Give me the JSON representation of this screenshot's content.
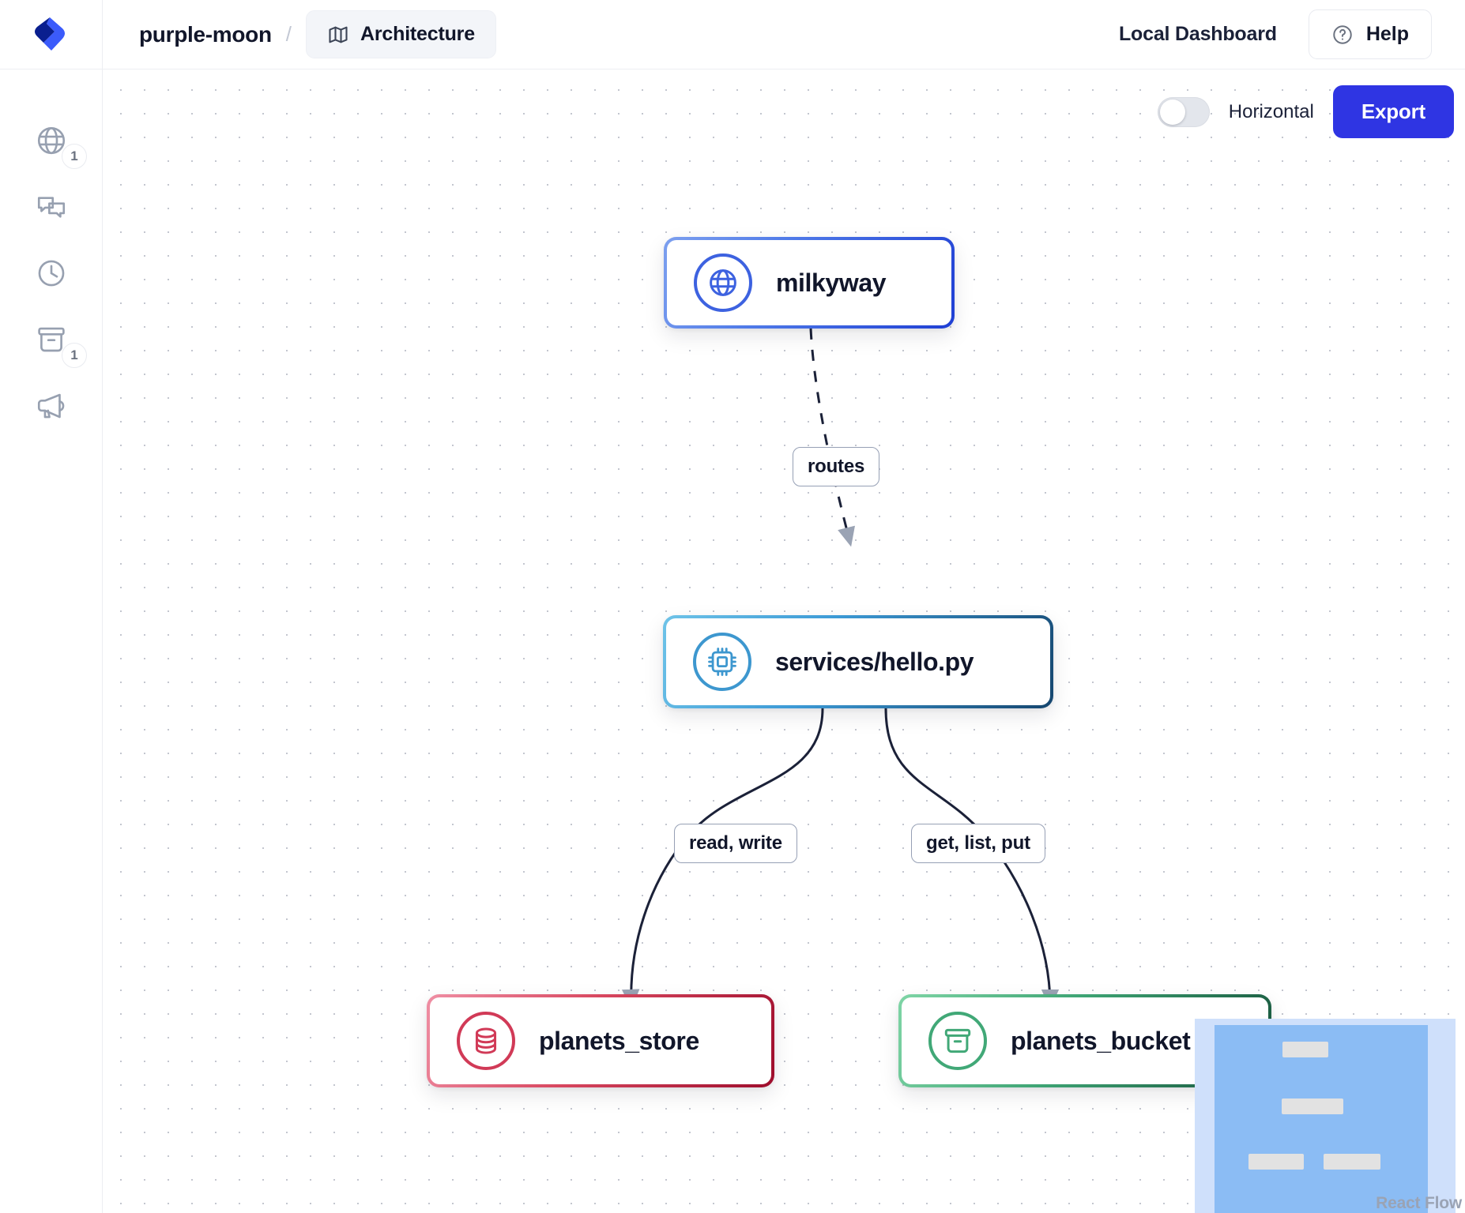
{
  "header": {
    "logo_icon": "app-logo-icon",
    "project_name": "purple-moon",
    "separator": "/",
    "tab": {
      "label": "Architecture",
      "icon": "map-icon"
    },
    "dashboard_label": "Local Dashboard",
    "help": {
      "label": "Help",
      "icon": "question-circle-icon"
    }
  },
  "sidebar": {
    "items": [
      {
        "name": "endpoints",
        "icon": "globe-icon",
        "badge": "1"
      },
      {
        "name": "messages",
        "icon": "chat-bubbles-icon",
        "badge": ""
      },
      {
        "name": "history",
        "icon": "clock-icon",
        "badge": ""
      },
      {
        "name": "buckets",
        "icon": "bucket-icon",
        "badge": "1"
      },
      {
        "name": "announcements",
        "icon": "megaphone-icon",
        "badge": ""
      }
    ]
  },
  "toolbar": {
    "orientation_toggle": {
      "label": "Horizontal",
      "checked": false
    },
    "export_label": "Export",
    "export_color": "#2f35e3"
  },
  "graph": {
    "nodes": [
      {
        "id": "milkyway",
        "label": "milkyway",
        "icon": "globe-icon",
        "color": "#3d62e0",
        "type": "api-gateway"
      },
      {
        "id": "service",
        "label": "services/hello.py",
        "icon": "cpu-chip-icon",
        "color": "#3d97cf",
        "type": "service"
      },
      {
        "id": "store",
        "label": "planets_store",
        "icon": "database-icon",
        "color": "#d13a57",
        "type": "datastore"
      },
      {
        "id": "bucket",
        "label": "planets_bucket",
        "icon": "bucket-icon",
        "color": "#41a877",
        "type": "bucket"
      }
    ],
    "edges": [
      {
        "from": "milkyway",
        "to": "service",
        "label": "routes",
        "style": "dashed"
      },
      {
        "from": "service",
        "to": "store",
        "label": "read, write",
        "style": "solid"
      },
      {
        "from": "service",
        "to": "bucket",
        "label": "get, list, put",
        "style": "solid"
      }
    ]
  },
  "minimap": {
    "attribution": "React Flow"
  }
}
